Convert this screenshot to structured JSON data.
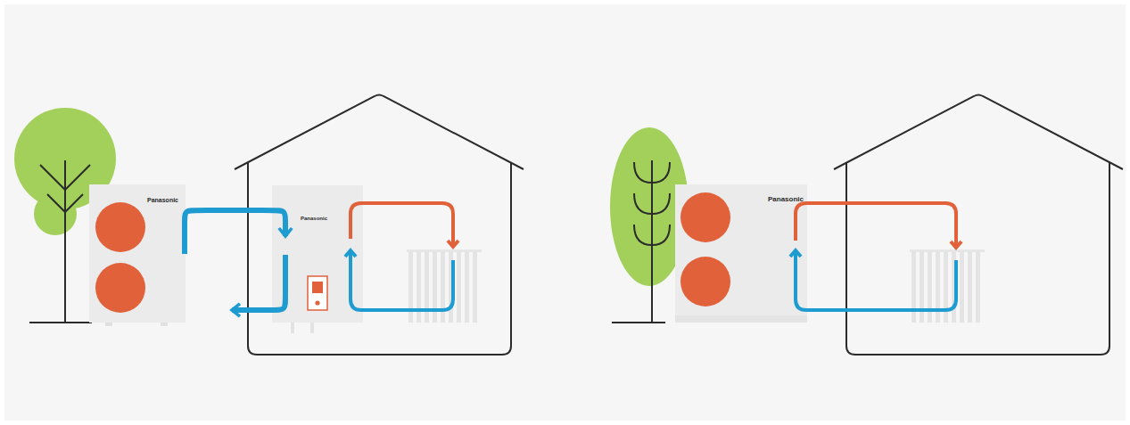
{
  "diagram": {
    "nodes": [
      {
        "text": [
          "Panasonic"
        ]
      },
      {
        "text": [
          "Panasonic"
        ]
      },
      {
        "text": [
          "Panasonic"
        ]
      }
    ],
    "edges": [
      {
        "from": 0,
        "to": 1,
        "arrow": "to"
      },
      {
        "from": 1,
        "to": 0,
        "arrow": "to"
      }
    ]
  }
}
